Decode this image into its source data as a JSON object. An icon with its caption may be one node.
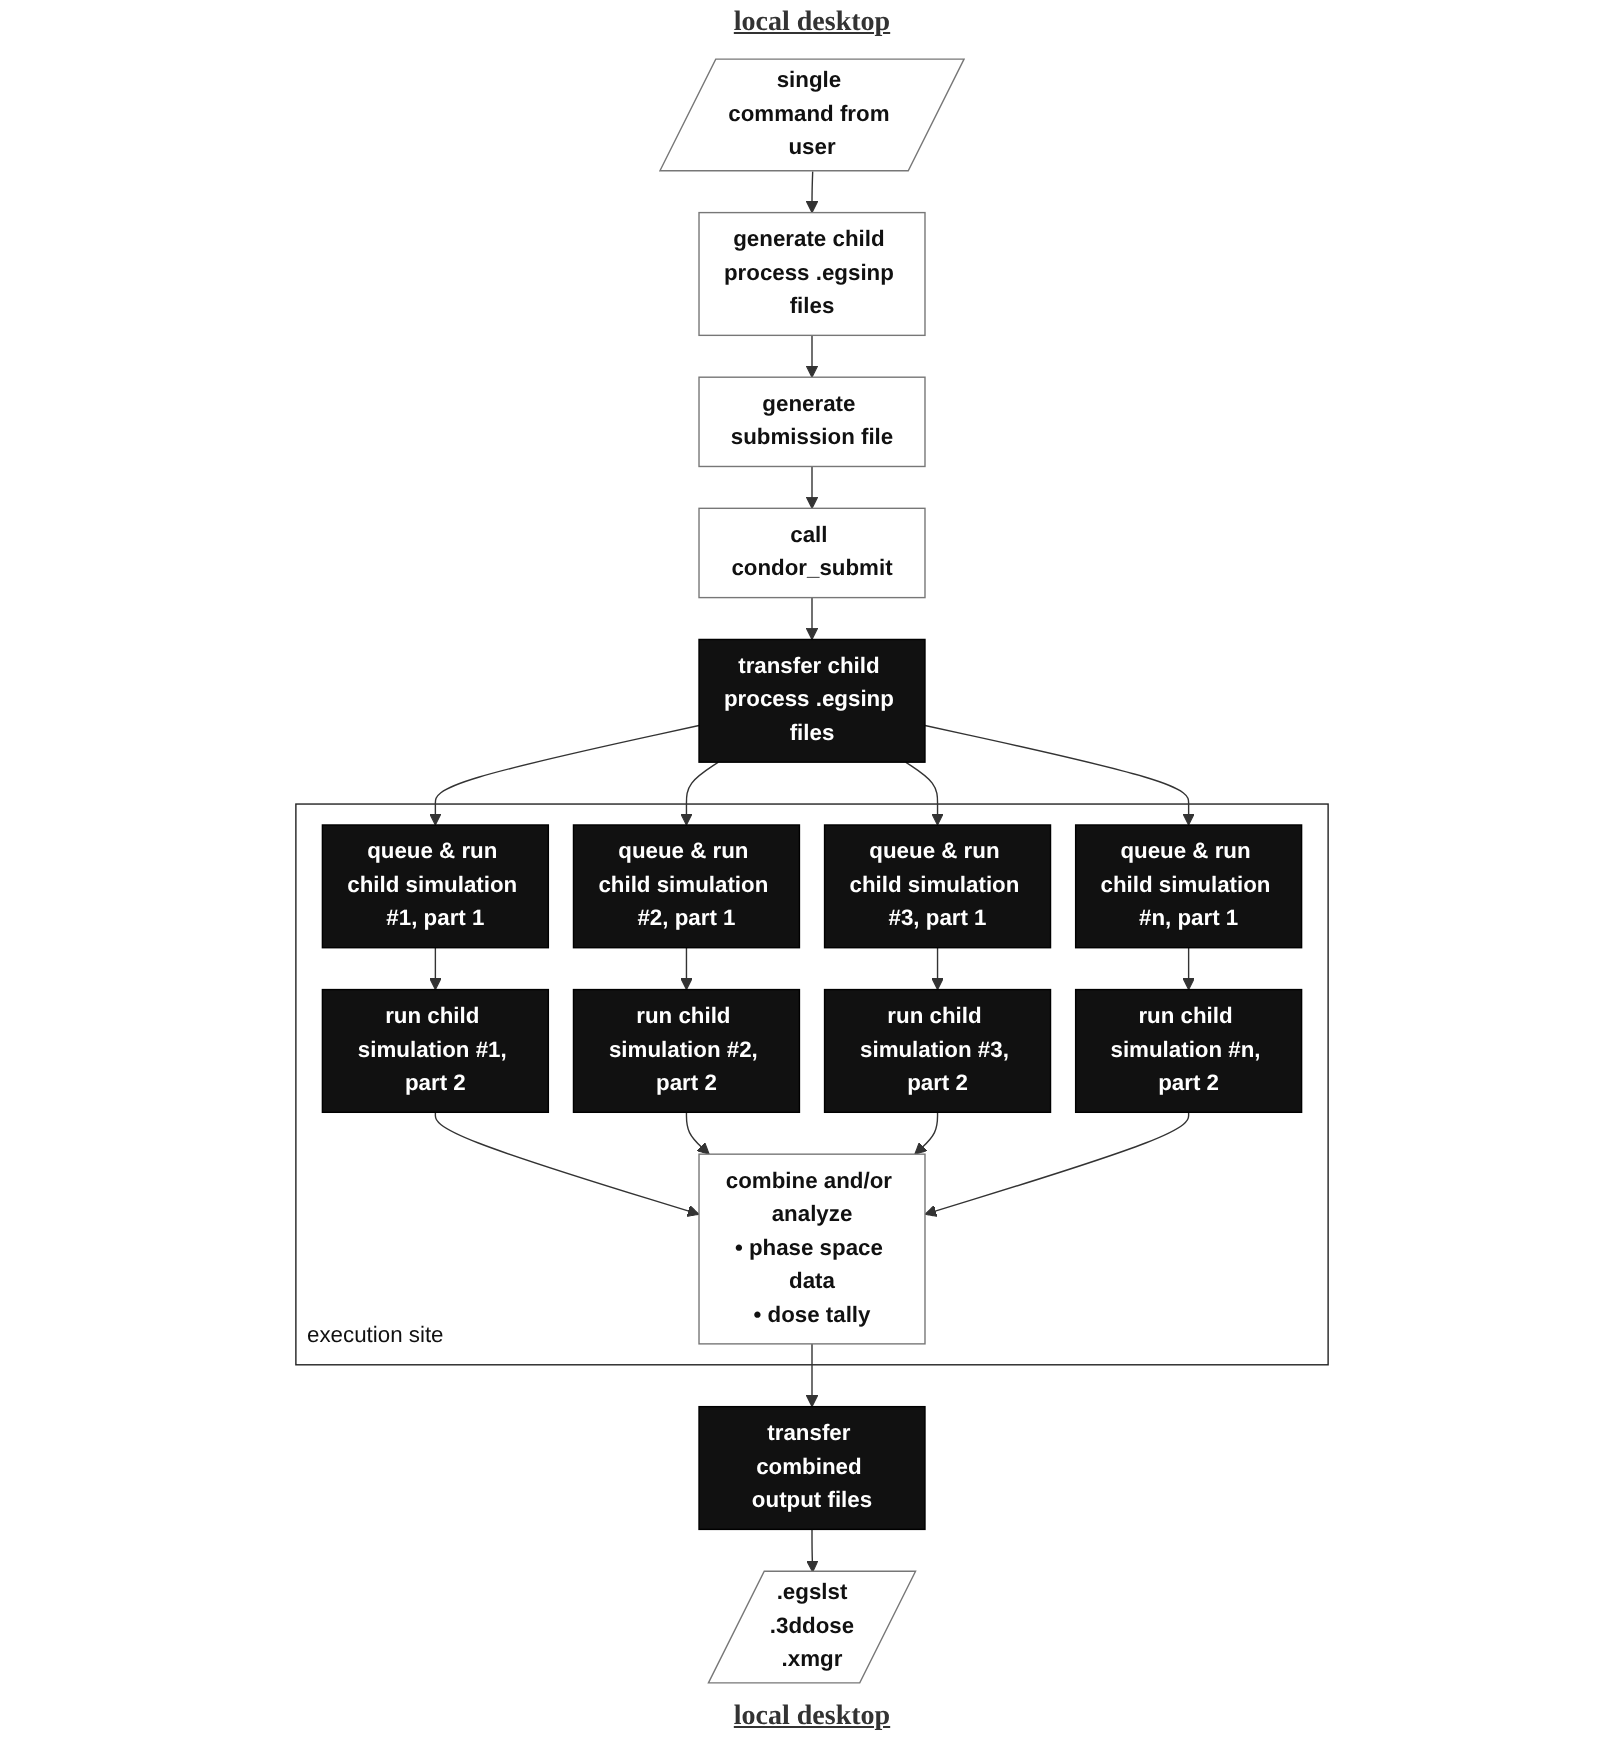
{
  "diagram": {
    "nodes": [
      {
        "text": [
          "single command from user"
        ]
      },
      {
        "text": [
          "generate child process .egsinp files"
        ]
      },
      {
        "text": [
          "generate submission file"
        ]
      },
      {
        "text": [
          "call condor_submit"
        ]
      },
      {
        "text": [
          "transfer child process .egsinp files"
        ]
      },
      {
        "text": [
          "execution site"
        ]
      },
      {
        "text": [
          "queue & run child simulation #1, part 1"
        ],
        "in": 5
      },
      {
        "text": [
          "run child simulation #1, part 2"
        ],
        "in": 5
      },
      {
        "text": [
          "queue & run child simulation #2, part 1"
        ],
        "in": 5
      },
      {
        "text": [
          "run child simulation #2, part 2"
        ],
        "in": 5
      },
      {
        "text": [
          "queue & run child simulation #3, part 1"
        ],
        "in": 5
      },
      {
        "text": [
          "run child simulation #3, part 2"
        ],
        "in": 5
      },
      {
        "text": [
          "queue & run child simulation #n, part 1"
        ],
        "in": 5
      },
      {
        "text": [
          "run child simulation #n, part 2"
        ],
        "in": 5
      },
      {
        "text": [
          "combine and/or analyze",
          "• phase space data",
          "• dose tally"
        ],
        "in": 5
      },
      {
        "text": [
          "transfer combined output files"
        ]
      },
      {
        "text": [
          ".egslst",
          ".3ddose",
          ".xmgr"
        ]
      }
    ],
    "edges": [
      {
        "from": 0,
        "to": 1,
        "arrow": "to"
      },
      {
        "from": 1,
        "to": 2,
        "arrow": "to"
      },
      {
        "from": 2,
        "to": 3,
        "arrow": "to"
      },
      {
        "from": 3,
        "to": 4,
        "arrow": "to"
      },
      {
        "from": 4,
        "to": 6,
        "arrow": "to"
      },
      {
        "from": 4,
        "to": 8,
        "arrow": "to"
      },
      {
        "from": 4,
        "to": 10,
        "arrow": "to"
      },
      {
        "from": 4,
        "to": 12,
        "arrow": "to"
      },
      {
        "from": 6,
        "to": 7,
        "arrow": "to"
      },
      {
        "from": 8,
        "to": 9,
        "arrow": "to"
      },
      {
        "from": 10,
        "to": 11,
        "arrow": "to"
      },
      {
        "from": 12,
        "to": 13,
        "arrow": "to"
      },
      {
        "from": 7,
        "to": 14,
        "arrow": "to"
      },
      {
        "from": 9,
        "to": 14,
        "arrow": "to"
      },
      {
        "from": 11,
        "to": 14,
        "arrow": "to"
      },
      {
        "from": 13,
        "to": 14,
        "arrow": "to"
      },
      {
        "from": 14,
        "to": 15,
        "arrow": "to"
      },
      {
        "from": 15,
        "to": 16,
        "arrow": "to"
      }
    ],
    "labels": [
      "local desktop",
      "local desktop"
    ]
  }
}
